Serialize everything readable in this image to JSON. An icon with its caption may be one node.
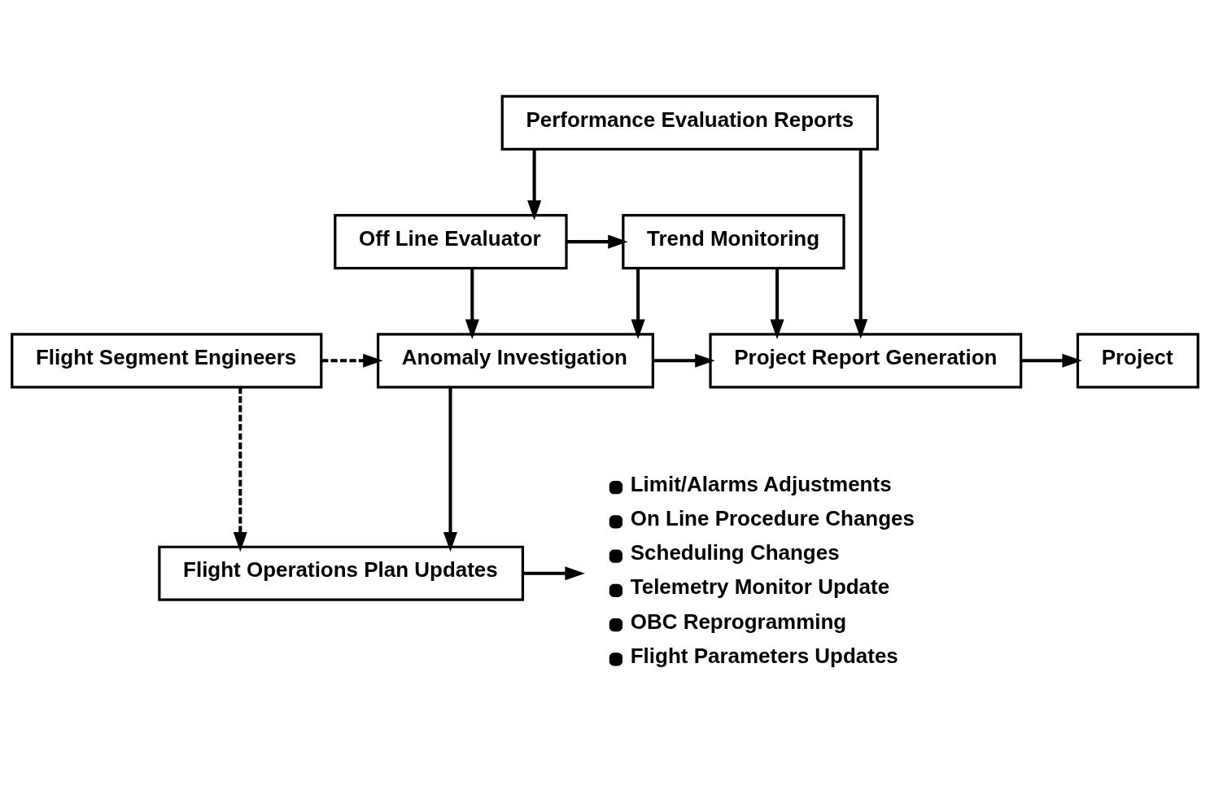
{
  "diagram": {
    "nodes": [
      {
        "text": [
          "Performance Evaluation Reports"
        ]
      },
      {
        "text": [
          "Off Line Evaluator"
        ]
      },
      {
        "text": [
          "Trend Monitoring"
        ]
      },
      {
        "text": [
          "Flight Segment Engineers"
        ]
      },
      {
        "text": [
          "Anomaly Investigation"
        ]
      },
      {
        "text": [
          "Project Report Generation"
        ]
      },
      {
        "text": [
          "Project"
        ]
      },
      {
        "text": [
          "Flight Operations Plan Updates"
        ]
      },
      {
        "text": [
          "Limit/Alarms Adjustments",
          "On Line Procedure Changes",
          "Scheduling Changes",
          "Telemetry Monitor Update",
          "OBC Reprogramming",
          "Flight Parameters Updates"
        ]
      }
    ],
    "edges": [
      {
        "from": 0,
        "to": 1,
        "arrow": "to"
      },
      {
        "from": 0,
        "to": 5,
        "arrow": "to"
      },
      {
        "from": 1,
        "to": 2,
        "arrow": "to"
      },
      {
        "from": 1,
        "to": 4,
        "arrow": "to"
      },
      {
        "from": 2,
        "to": 5,
        "arrow": "to"
      },
      {
        "from": 2,
        "to": 4,
        "arrow": "to"
      },
      {
        "from": 3,
        "to": 4,
        "arrow": "to",
        "style": "dashed"
      },
      {
        "from": 3,
        "to": 7,
        "arrow": "to",
        "style": "dashed"
      },
      {
        "from": 4,
        "to": 5,
        "arrow": "to"
      },
      {
        "from": 4,
        "to": 7,
        "arrow": "to"
      },
      {
        "from": 5,
        "to": 6,
        "arrow": "to"
      },
      {
        "from": 7,
        "to": 8,
        "arrow": "to"
      }
    ]
  }
}
